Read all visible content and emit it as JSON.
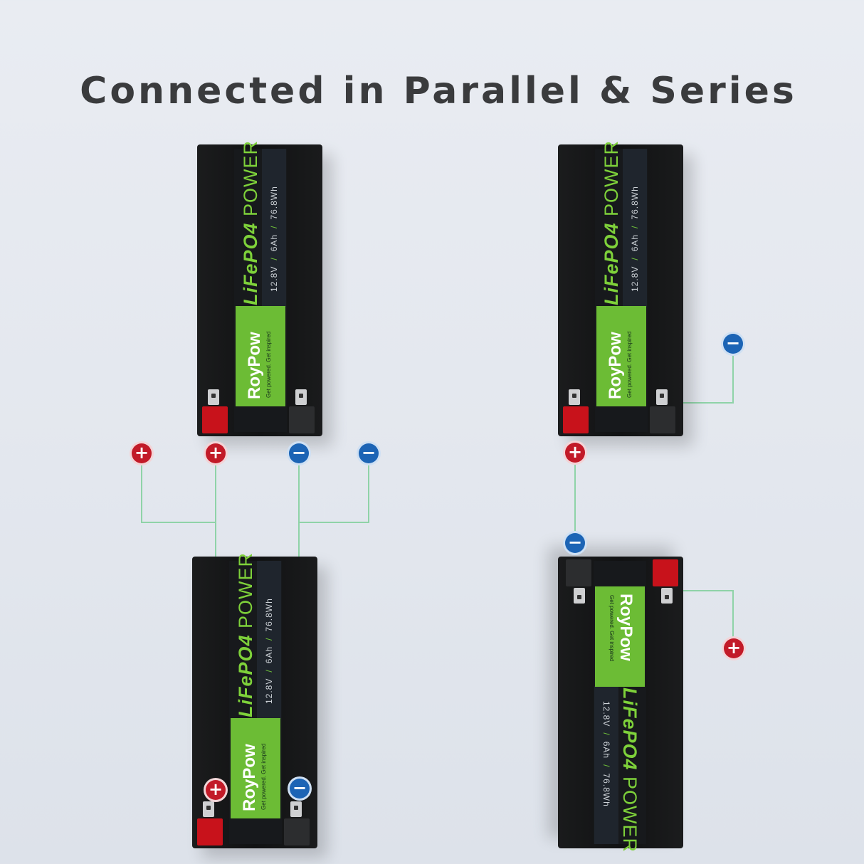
{
  "title": "Connected in Parallel & Series",
  "battery": {
    "chemistry": "LiFePO4",
    "power_word": "POWER",
    "voltage": "12.8V",
    "capacity": "6Ah",
    "energy": "76.8Wh",
    "separator": "/",
    "brand": "RoyPow",
    "tagline": "Get powered. Get inspired"
  },
  "symbols": {
    "plus": "+",
    "minus": "−"
  },
  "colors": {
    "brand_green": "#6cbc35",
    "text_green": "#7ed13a",
    "positive_red": "#c21a28",
    "negative_blue": "#1c64b5",
    "wire_green": "#8fd3a8"
  }
}
